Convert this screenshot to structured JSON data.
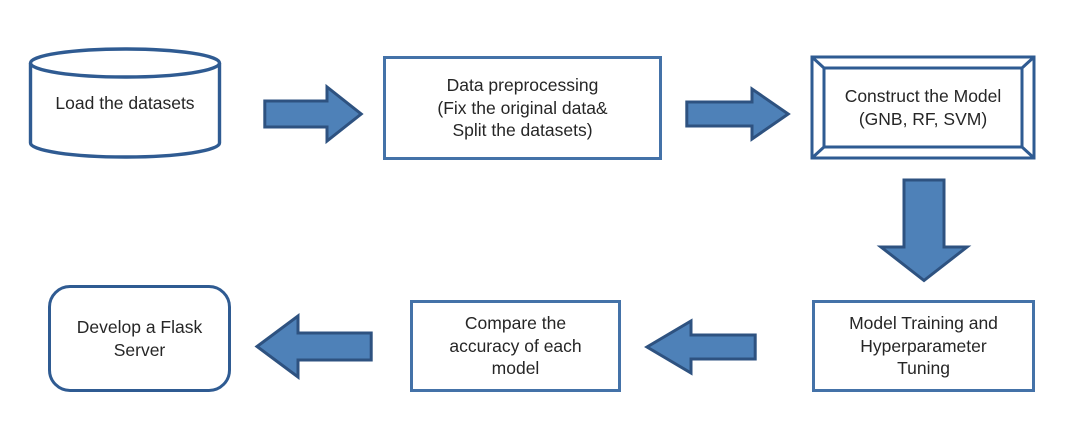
{
  "diagram": {
    "title": "Machine Learning Project Pipeline Flowchart",
    "type": "flowchart",
    "colors": {
      "node_border": "#4472A8",
      "node_border_dark": "#2F5B92",
      "node_fill": "#FFFFFF",
      "arrow_fill": "#4E81B8",
      "arrow_stroke": "#2E5280",
      "text": "#262626",
      "background": "#FFFFFF"
    },
    "nodes": [
      {
        "id": "load-datasets",
        "shape": "cylinder",
        "label": "Load the datasets",
        "step": 1
      },
      {
        "id": "data-preprocessing",
        "shape": "rectangle",
        "label": "Data preprocessing\n(Fix the original data&\nSplit the datasets)",
        "step": 2
      },
      {
        "id": "construct-model",
        "shape": "frame",
        "label": "Construct the Model\n(GNB, RF, SVM)",
        "step": 3
      },
      {
        "id": "model-training",
        "shape": "rectangle",
        "label": "Model Training and\nHyperparameter\nTuning",
        "step": 4
      },
      {
        "id": "compare-accuracy",
        "shape": "rectangle",
        "label": "Compare the\naccuracy of each\nmodel",
        "step": 5
      },
      {
        "id": "develop-flask-server",
        "shape": "rounded-rectangle",
        "label": "Develop a Flask\nServer",
        "step": 6
      }
    ],
    "connectors": [
      {
        "id": "arrow-1",
        "from": "load-datasets",
        "to": "data-preprocessing",
        "direction": "right"
      },
      {
        "id": "arrow-2",
        "from": "data-preprocessing",
        "to": "construct-model",
        "direction": "right"
      },
      {
        "id": "arrow-3",
        "from": "construct-model",
        "to": "model-training",
        "direction": "down"
      },
      {
        "id": "arrow-4",
        "from": "model-training",
        "to": "compare-accuracy",
        "direction": "left"
      },
      {
        "id": "arrow-5",
        "from": "compare-accuracy",
        "to": "develop-flask-server",
        "direction": "left"
      }
    ]
  }
}
